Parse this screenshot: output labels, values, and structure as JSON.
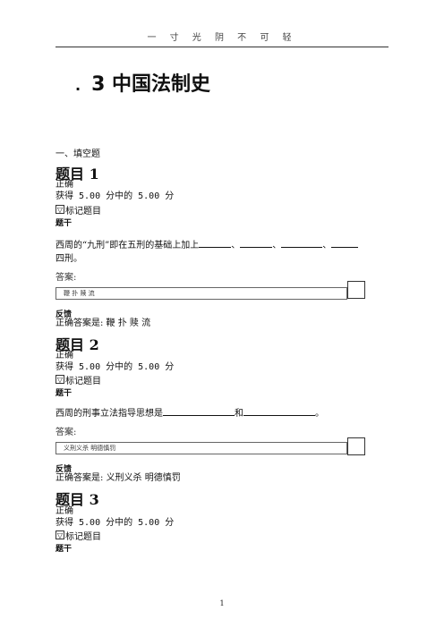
{
  "header": {
    "text": "一 寸 光 阴 不 可 轻"
  },
  "title": {
    "dot": ".",
    "text": "3 中国法制史"
  },
  "section": {
    "label": "一、填空题"
  },
  "questions": [
    {
      "title": "题目 1",
      "status": "正确",
      "score": "获得 5.00 分中的 5.00 分",
      "flag_label": "标记题目",
      "stem_label": "题干",
      "text_before": "西周的“九刑”即在五刑的基础上加上",
      "sep": "、",
      "text_after": "四刑。",
      "answer_label": "答案:",
      "answer_value": "鞭 扑 赎 流",
      "feedback_label": "反馈",
      "correct_answer": "正确答案是: 鞭 扑 赎 流"
    },
    {
      "title": "题目 2",
      "status": "正确",
      "score": "获得 5.00 分中的 5.00 分",
      "flag_label": "标记题目",
      "stem_label": "题干",
      "text_before": "西周的刑事立法指导思想是",
      "connector": "和",
      "text_after": "。",
      "answer_label": "答案:",
      "answer_value": "义刑义杀  明德慎罚",
      "feedback_label": "反馈",
      "correct_answer": "正确答案是: 义刑义杀 明德慎罚"
    },
    {
      "title": "题目 3",
      "status": "正确",
      "score": "获得 5.00 分中的 5.00 分",
      "flag_label": "标记题目",
      "stem_label": "题干"
    }
  ],
  "footer": {
    "page_number": "1"
  }
}
